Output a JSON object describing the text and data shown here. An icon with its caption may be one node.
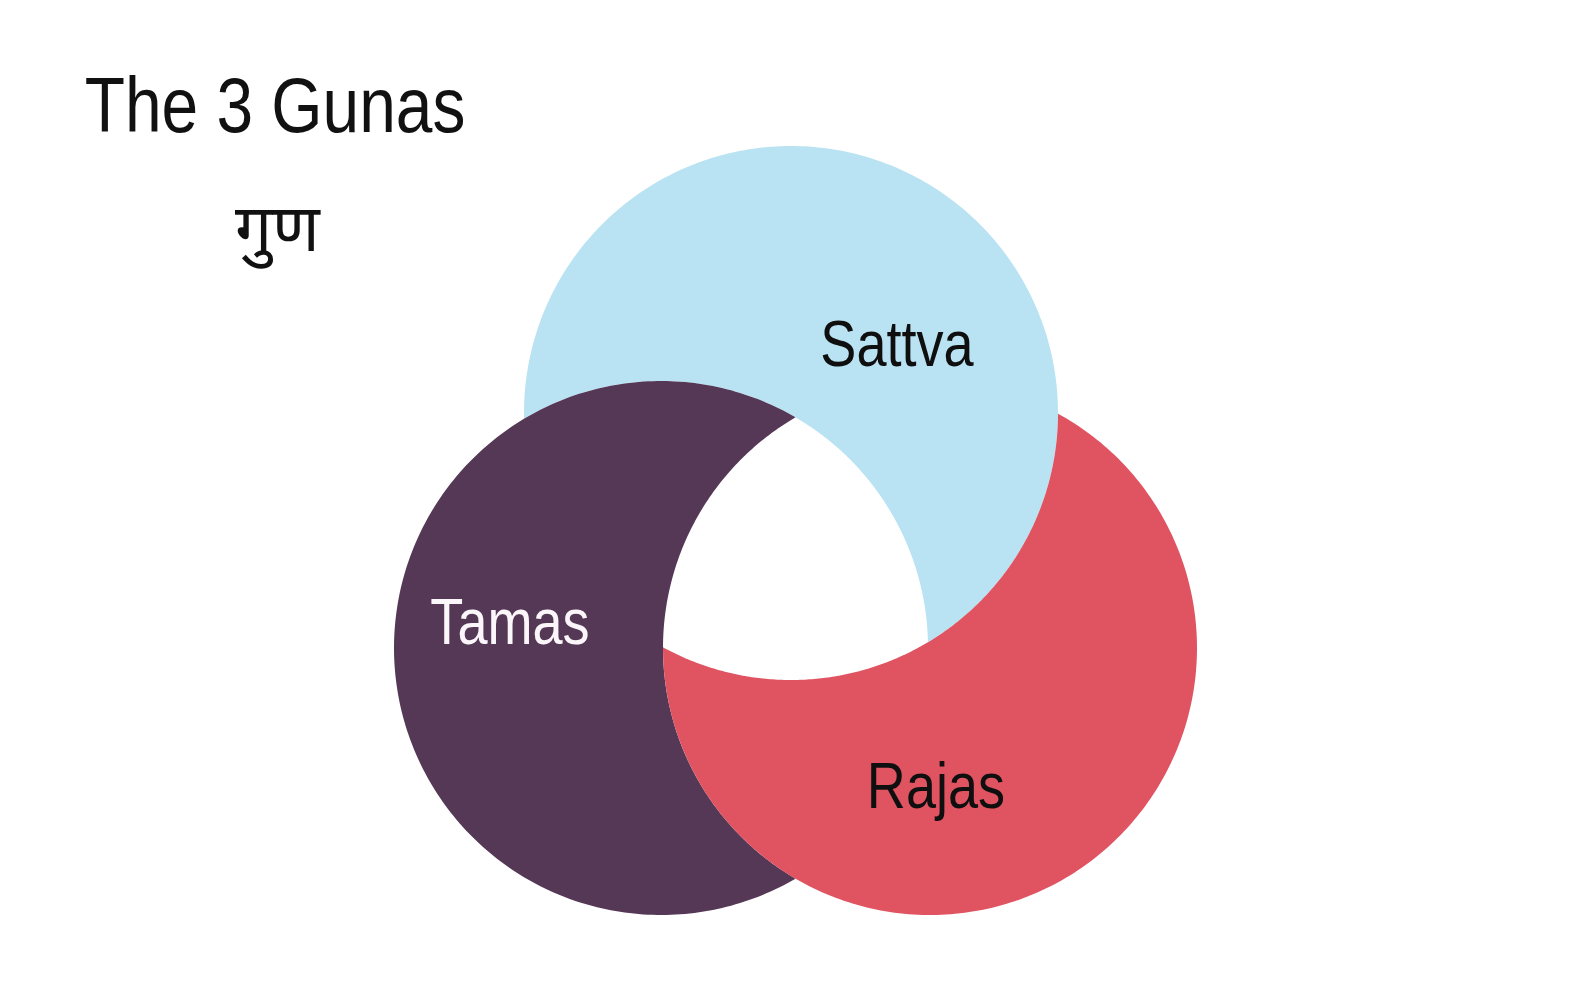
{
  "diagram": {
    "title": "The 3 Gunas",
    "nodes": [
      {
        "text": [
          "Sattva"
        ]
      },
      {
        "text": [
          "Tamas"
        ]
      },
      {
        "text": [
          "Rajas"
        ]
      }
    ],
    "labels": [
      "गुण"
    ]
  }
}
